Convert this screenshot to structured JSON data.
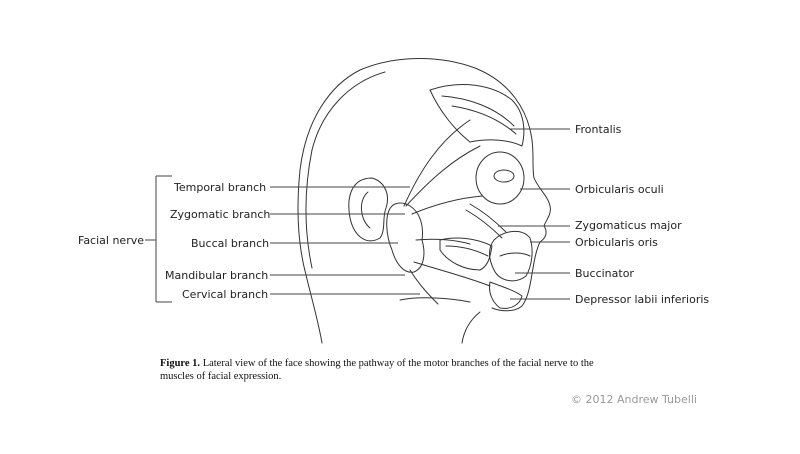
{
  "nerve_label": "Facial nerve",
  "branches": [
    {
      "id": "temporal",
      "label": "Temporal branch"
    },
    {
      "id": "zygomatic",
      "label": "Zygomatic branch"
    },
    {
      "id": "buccal",
      "label": "Buccal branch"
    },
    {
      "id": "mandibular",
      "label": "Mandibular branch"
    },
    {
      "id": "cervical",
      "label": "Cervical branch"
    }
  ],
  "muscles": [
    {
      "id": "frontalis",
      "label": "Frontalis"
    },
    {
      "id": "orbicularis-oculi",
      "label": "Orbicularis oculi"
    },
    {
      "id": "zygomaticus-major",
      "label": "Zygomaticus major"
    },
    {
      "id": "orbicularis-oris",
      "label": "Orbicularis oris"
    },
    {
      "id": "buccinator",
      "label": "Buccinator"
    },
    {
      "id": "depressor-labii",
      "label": "Depressor labii inferioris"
    }
  ],
  "caption": {
    "prefix": "Figure 1.",
    "text": " Lateral view of the face showing the pathway of the motor branches of the facial nerve to the muscles of facial expression."
  },
  "copyright": "© 2012 Andrew Tubelli"
}
